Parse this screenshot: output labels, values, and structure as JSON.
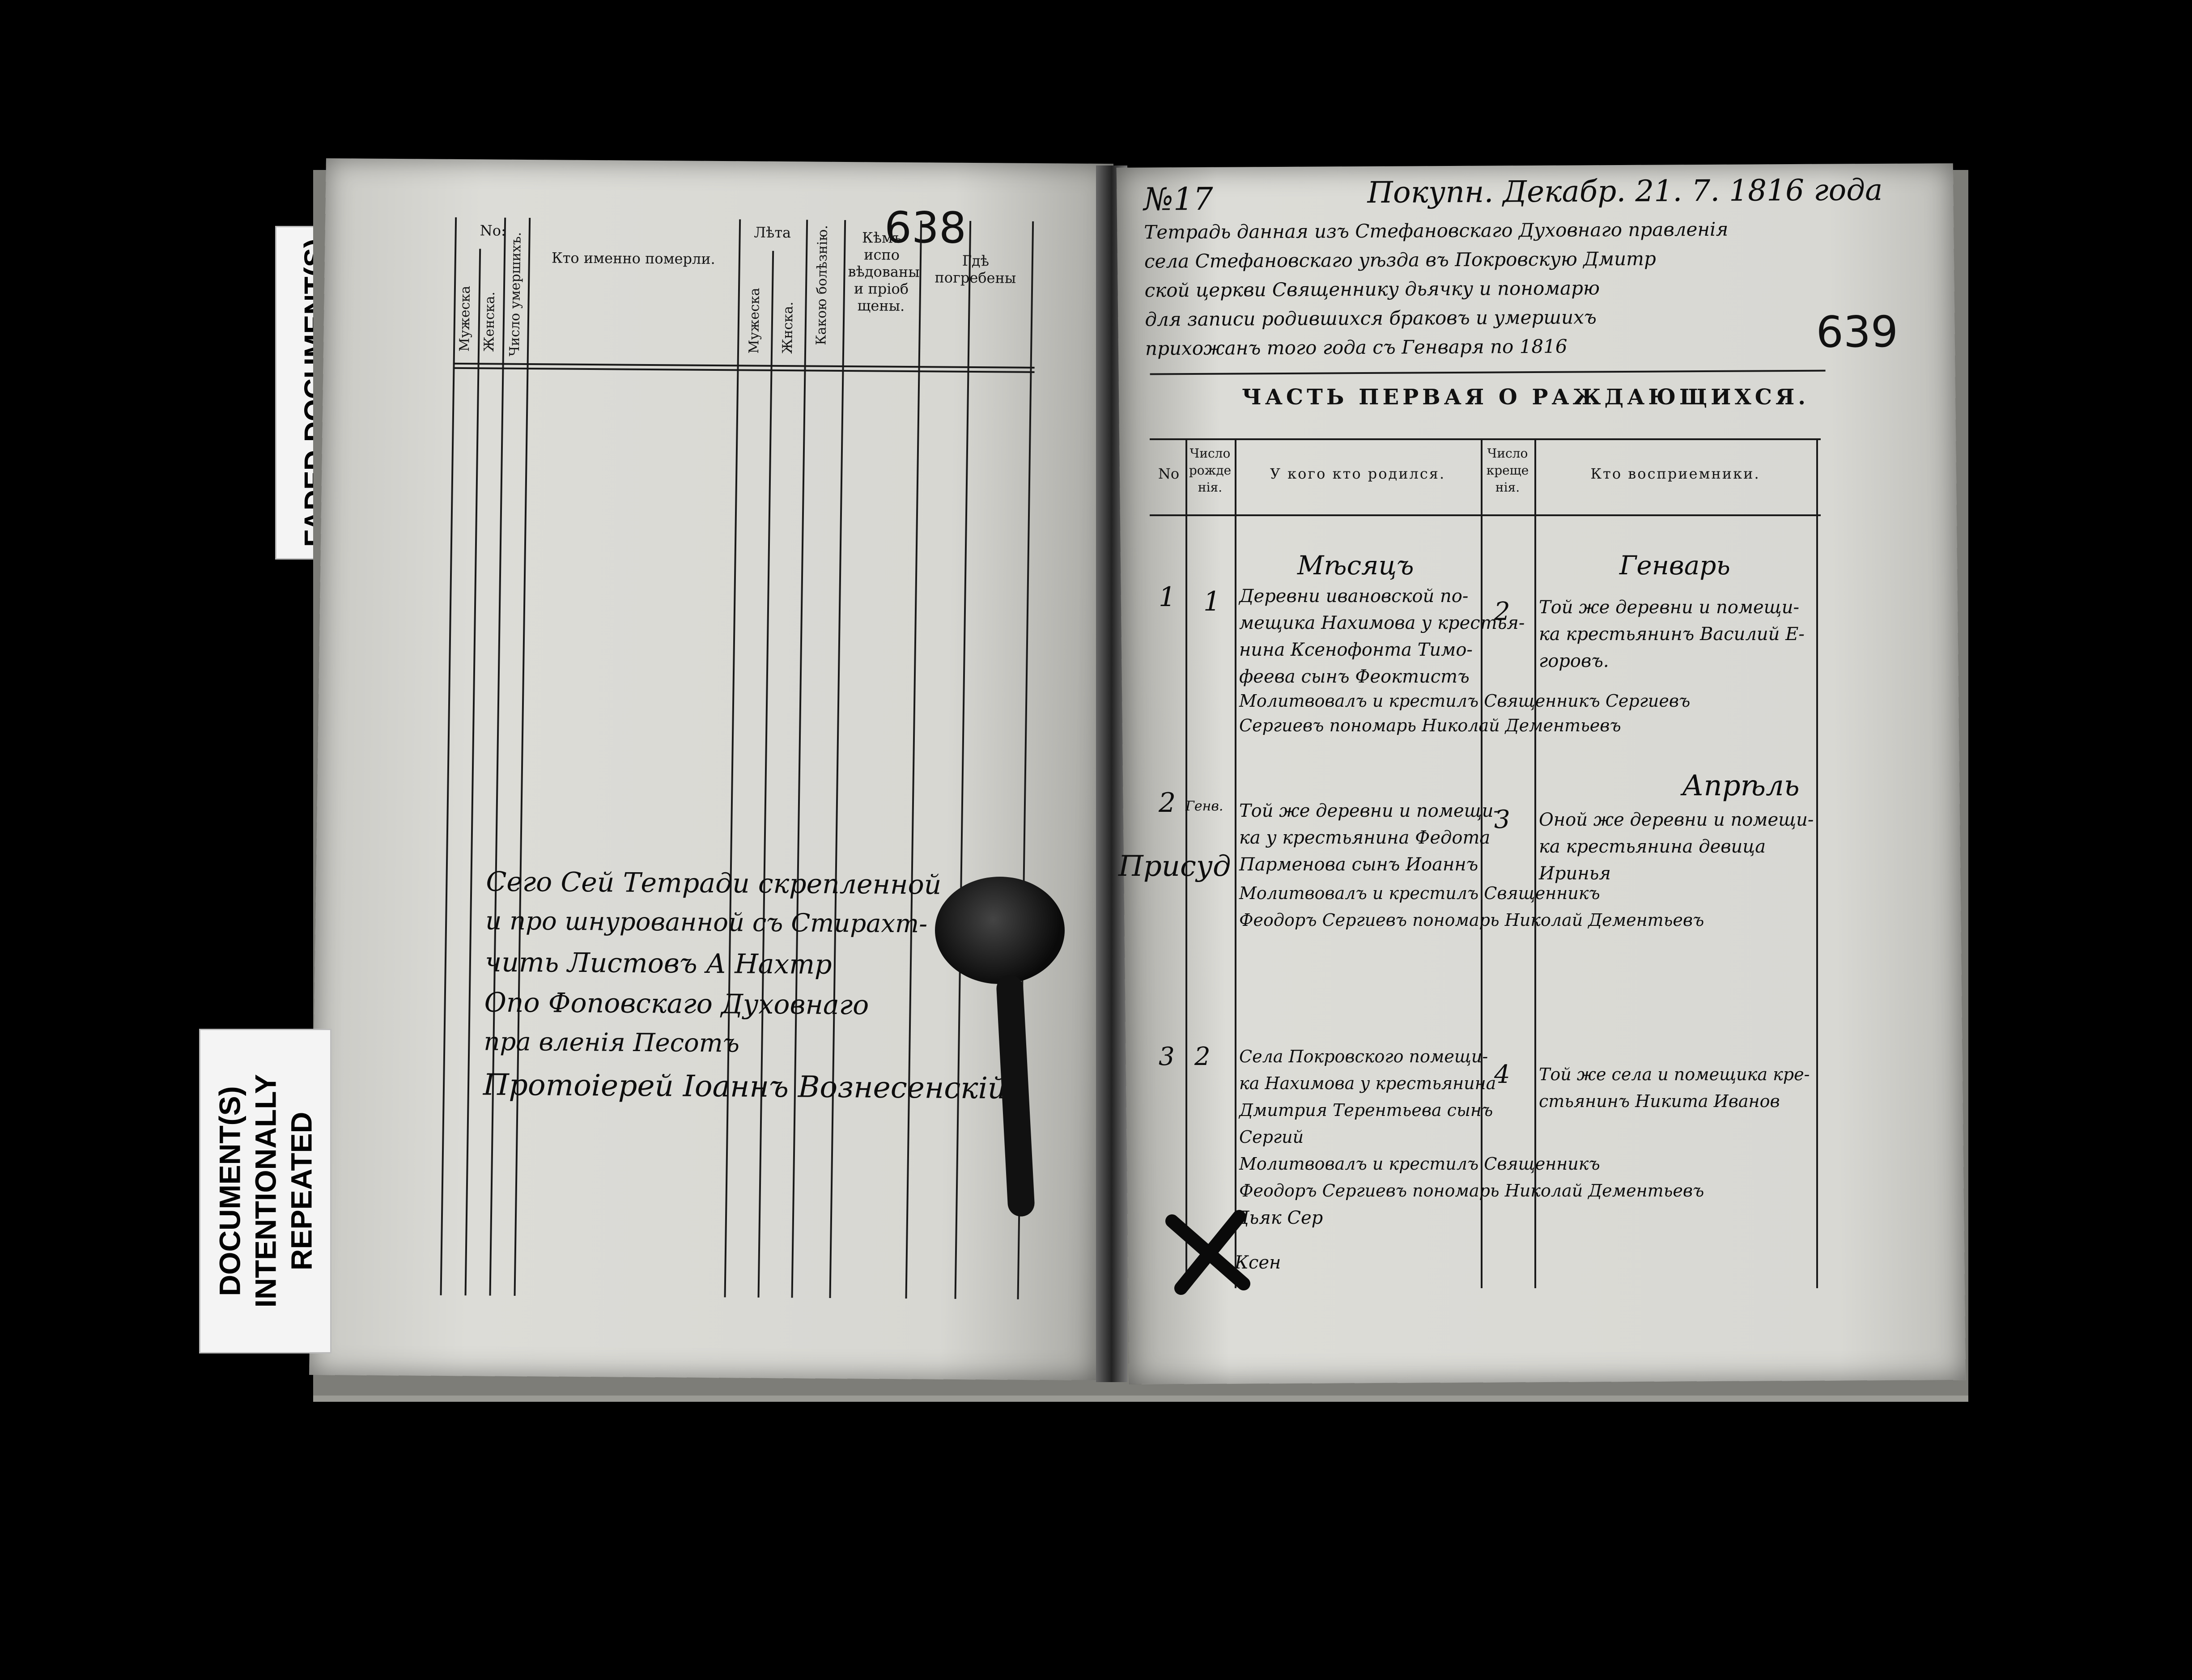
{
  "scanner_labels": {
    "faded": "FADED DOCUMENT(S)",
    "repeated": "DOCUMENT(S) INTENTIONALLY REPEATED"
  },
  "left_page": {
    "page_number": "638",
    "headers": {
      "no": "No:",
      "male": "Мужеска",
      "female": "Женска.",
      "deaths_count": "Число умершихъ.",
      "who_died": "Кто именно померли.",
      "age": "Лѣта",
      "age_male": "Мужеска",
      "age_female": "Жнска.",
      "disease": "Какою болѣзнію.",
      "confessed": "Кѣмъ испо вѣдованы и пріоб щены.",
      "buried": "Гдѣ погребены"
    },
    "certification": [
      "Сего Сей Тетради скрепленной",
      "и про шнурованной съ Стирахт-",
      "чить Листовъ А Нахтр",
      "Опо Фоповскаго Духовнаго",
      "пра вленія Песотъ",
      "Протоіерей Іоаннъ Вознесенскій"
    ]
  },
  "right_page": {
    "page_number": "639",
    "register_number": "№17",
    "top_lines": [
      "Покупн. Декабр. 21. 7. 1816 года",
      "Тетрадь данная изъ Стефановскаго Духовнаго правленія",
      "села Стефановскаго уѣзда въ Покровскую Дмитр",
      "ской церкви Священнику дьячку и пономарю",
      "для записи родившихся браковъ и умершихъ",
      "прихожанъ того года съ Генваря по 1816"
    ],
    "section_title": "ЧАСТЬ ПЕРВАЯ О РАЖДАЮЩИХСЯ.",
    "headers": {
      "no": "No",
      "birth_num": "Число рожде нія.",
      "who_born": "У кого кто родился.",
      "baptism_num": "Число креще нія.",
      "godparents": "Кто восприемники."
    },
    "month_label": "Мѣсяцъ",
    "month_name": "Генварь",
    "entries": [
      {
        "num": "1",
        "birth": "1",
        "baptism": "2",
        "born_lines": [
          "Деревни ивановской по-",
          "мещика Нахимова у крестья-",
          "нина Ксенофонта Тимо-",
          "феева сынъ Феоктистъ"
        ],
        "godparent_lines": [
          "Той же деревни и помещи-",
          "ка крестьянинъ Василий Е-",
          "горовъ."
        ],
        "clergy_line": "Молитвовалъ и крестилъ Священникъ Сергиевъ",
        "clergy_line2": "Сергиевъ пономарь Николай Дементьевъ"
      },
      {
        "num": "2",
        "birth": "Генв.",
        "baptism": "3",
        "born_lines": [
          "Той же деревни и помещи-",
          "ка у крестьянина Федота",
          "Парменова сынъ Иоаннъ"
        ],
        "godparent_lines": [
          "Оной же деревни и помещи-",
          "ка крестьянина девица",
          "Иринья"
        ],
        "month_note": "Апрѣль",
        "margin_note": "Присуд",
        "clergy_line": "Молитвовалъ и крестилъ Священникъ",
        "clergy_line2": "Феодоръ Сергиевъ пономарь Николай Дементьевъ"
      },
      {
        "num": "3",
        "birth": "2",
        "baptism": "4",
        "born_lines": [
          "Села Покровского помещи-",
          "ка Нахимова у крестьянина",
          "Дмитрия Терентьева сынъ",
          "Сергий"
        ],
        "godparent_lines": [
          "Той же села и помещика кре-",
          "стьянинъ Никита Иванов"
        ],
        "clergy_line": "Молитвовалъ и крестилъ Священникъ",
        "clergy_line2": "Феодоръ Сергиевъ пономарь Николай Дементьевъ"
      }
    ],
    "footnote": [
      "Дьяк Сер",
      "Ксен"
    ]
  }
}
